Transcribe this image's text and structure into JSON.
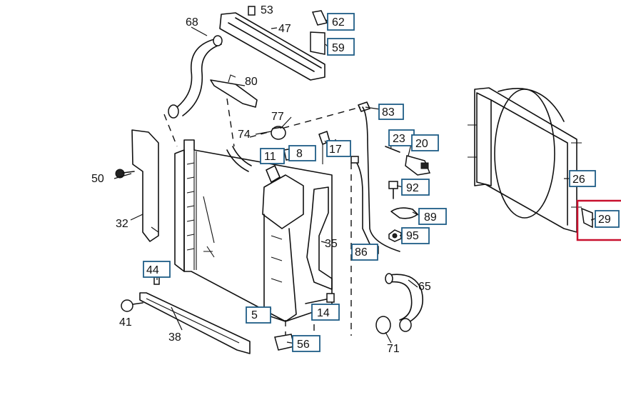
{
  "callouts": {
    "c53": "53",
    "c47": "47",
    "c62": "62",
    "c59": "59",
    "c68": "68",
    "c80": "80",
    "c77": "77",
    "c74": "74",
    "c11": "11",
    "c8": "8",
    "c83": "83",
    "c23": "23",
    "c20": "20",
    "c17": "17",
    "c50": "50",
    "c32": "32",
    "c92": "92",
    "c89": "89",
    "c95": "95",
    "c35": "35",
    "c86": "86",
    "c26": "26",
    "c29": "29",
    "c44": "44",
    "c65": "65",
    "c41": "41",
    "c14": "14",
    "c5": "5",
    "c38": "38",
    "c56": "56",
    "c71": "71"
  },
  "colors": {
    "callout_border": "#1f5d86",
    "highlight": "#c8102e",
    "line": "#111111"
  },
  "highlighted_part": "29"
}
